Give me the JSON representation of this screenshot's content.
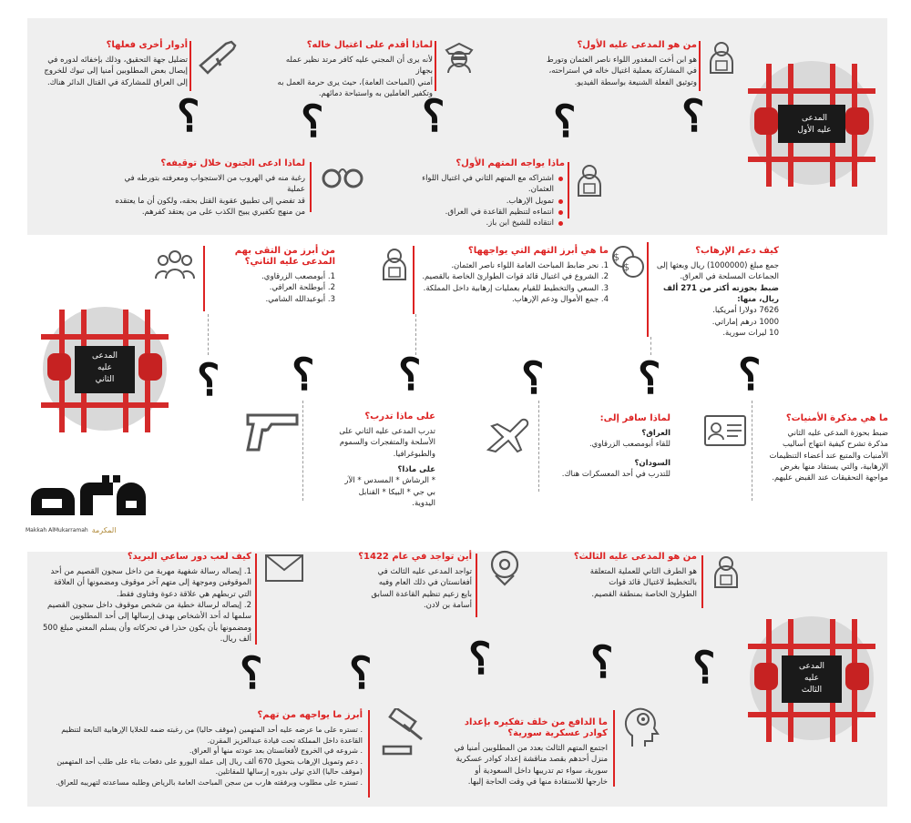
{
  "brand": {
    "logo_text": "مكة",
    "sub_ar": "المكرمة",
    "sub_en": "Makkah AlMukarramah"
  },
  "s1": {
    "badge": [
      "المدعى",
      "عليه الأول"
    ],
    "who": {
      "title": "من هو المدعى عليه الأول؟",
      "lines": [
        "هو ابن أخت المغدور اللواء ناصر العثمان وتورط",
        "في المشاركة بعملية اغتيال خاله في استراحته،",
        "وتوثيق الفعلة الشنيعة بواسطة الفيديو."
      ]
    },
    "why_kill": {
      "title": "لماذا أقدم على اغتيال خاله؟",
      "lines": [
        "لأنه يرى أن المجني عليه كافر مرتد نظير عمله بجهاز",
        "أمني (المباحث العامة)، حيث يرى حرمة العمل به",
        "وتكفير العاملين به واستباحة دمائهم."
      ]
    },
    "other_roles": {
      "title": "أدوار أخرى فعلها؟",
      "lines": [
        "تضليل جهة التحقيق، وذلك بإخفائه لدوره في",
        "إيصال بعض المطلوبين أمنيا إلى تبوك للخروج",
        "إلى العراق للمشاركة في القتال الدائر هناك."
      ]
    },
    "faces": {
      "title": "ماذا يواجه المتهم الأول؟",
      "items": [
        "اشتراكه مع المتهم الثاني في اغتيال اللواء العثمان.",
        "تمويل الإرهاب.",
        "انتماءه لتنظيم القاعدة في العراق.",
        "انتقاده للشيخ ابن باز."
      ]
    },
    "insanity": {
      "title": "لماذا ادعى الجنون خلال توقيفه؟",
      "lines": [
        "رغبة منه في الهروب من الاستجواب ومعرفته بتورطه في عملية",
        "قد تفضي إلى تطبيق عقوبة القتل بحقه، ولكون أن ما يعتقده",
        "من منهج تكفيري يبيح الكذب على من يعتقد كفرهم."
      ]
    }
  },
  "s2": {
    "badge": [
      "المدعى",
      "عليه",
      "الثاني"
    ],
    "funding": {
      "title": "كيف دعم الإرهاب؟",
      "lines": [
        "جمع مبلغ (1000000) ريال وبعثها إلى",
        "الجماعات المسلحة في العراق."
      ],
      "strong": "ضبط بحوزته أكثر من 271 ألف ريال، منها:",
      "items": [
        "7626 دولارا أمريكيا.",
        "1000 درهم إماراتي.",
        "10 ليرات سورية."
      ]
    },
    "charges": {
      "title": "ما هي أبرز التهم التي يواجهها؟",
      "items": [
        "1. نحر ضابط المباحث العامة اللواء ناصر العثمان.",
        "2. الشروع في اغتيال قائد قوات الطوارئ الخاصة بالقصيم.",
        "3. السعي والتخطيط للقيام بعمليات إرهابية داخل المملكة.",
        "4. جمع الأموال ودعم الإرهاب."
      ]
    },
    "met": {
      "title": "من أبرز من التقى بهم المدعى عليه الثاني؟",
      "items": [
        "1. أبومصعب الزرقاوي.",
        "2. أبوطلحة العراقي.",
        "3. أبوعبدالله الشامي."
      ]
    },
    "memo": {
      "title": "ما هي مذكرة الأمنيات؟",
      "lines": [
        "ضبط بحوزة المدعى عليه الثاني",
        "مذكرة تشرح كيفية انتهاج أساليب",
        "الأمنيات والمتبع عند أعضاء التنظيمات",
        "الإرهابية، والتي يستفاد منها بغرض",
        "مواجهة التحقيقات عند القبض عليهم."
      ]
    },
    "travel": {
      "title": "لماذا سافر إلى:",
      "iraq_label": "العراق؟",
      "iraq_text": "للقاء أبومصعب الزرقاوي.",
      "sudan_label": "السودان؟",
      "sudan_text": "للتدرب في أحد المعسكرات هناك."
    },
    "training": {
      "title": "على ماذا تدرب؟",
      "lines": [
        "تدرب المدعى عليه الثاني على",
        "الأسلحة والمتفجرات والسموم",
        "والطبوغرافيا."
      ],
      "weapons_label": "على ماذا؟",
      "weapons": [
        "* الرشاش * المسدس * الآر",
        "بي جي * البيكا * القنابل",
        "اليدوية."
      ]
    }
  },
  "s3": {
    "badge": [
      "المدعى",
      "عليه",
      "الثالث"
    ],
    "who": {
      "title": "من هو المدعى عليه الثالث؟",
      "lines": [
        "هو الطرف الثاني للعملية المتعلقة",
        "بالتخطيط لاغتيال قائد قوات",
        "الطوارئ الخاصة بمنطقة القصيم."
      ]
    },
    "y1422": {
      "title": "أين تواجد في عام 1422؟",
      "lines": [
        "تواجد المدعى عليه الثالث في",
        "أفغانستان في ذلك العام وفيه",
        "بايع زعيم تنظيم القاعدة السابق",
        "أسامة بن لادن."
      ]
    },
    "mail": {
      "title": "كيف لعب دور ساعي البريد؟",
      "lines": [
        "1. إيصاله رسالة شفهية مهربة من داخل سجون القصيم من أحد",
        "الموقوفين وموجهة إلى متهم آخر موقوف ومضمونها أن العلاقة",
        "التي تربطهم هي علاقة دعوة وفتاوى فقط.",
        "2. إيصاله لرسالة خطية من شخص موقوف داخل سجون القصيم",
        "سلمها له أحد الأشخاص بهدف إرسالها إلى أحد المطلوبين",
        "ومضمونها بأن يكون حذرا في تحركاته وأن يسلم المعني مبلغ 500",
        "ألف ريال."
      ]
    },
    "motive": {
      "title": "ما الدافع من خلف تفكيره بإعداد كوادر عسكرية سورية؟",
      "lines": [
        "اجتمع المتهم الثالث بعدد من المطلوبين أمنيا في",
        "منزل أحدهم بقصد مناقشة إعداد كوادر عسكرية",
        "سورية، سواء تم تدريبها داخل السعودية أو",
        "خارجها للاستفادة منها في وقت الحاجة إليها."
      ]
    },
    "charges": {
      "title": "أبرز ما يواجهه من تهم؟",
      "lines": [
        ". تستره على ما عرضه عليه أحد المتهمين (موقف حاليا) من رغبته ضمه للخلايا الإرهابية التابعة لتنظيم",
        "القاعدة داخل المملكة تحت قيادة عبدالعزيز المقرن.",
        ". شروعه في الخروج لأفغانستان بعد عودته منها أو العراق.",
        ". دعم وتمويل الإرهاب بتحويل 670 ألف ريال إلى عملة اليورو على دفعات بناء على طلب أحد المتهمين",
        "(موقف حاليا) الذي تولى بدوره إرسالها للمقاتلين.",
        ". تستره على مطلوب وبرفقته هارب من سجن المباحث العامة بالرياض وطلبه مساعدته لتهريبه للعراق."
      ]
    }
  }
}
